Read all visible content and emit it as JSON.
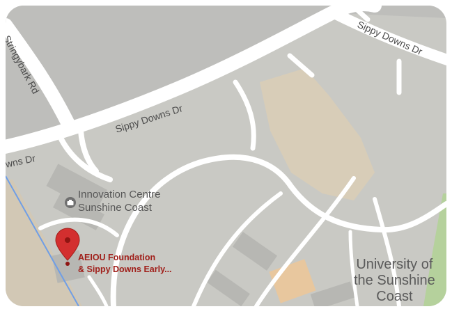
{
  "map": {
    "roads": {
      "stringybark": "Stringybark Rd",
      "sippy_main": "Sippy Downs Dr",
      "sippy_west": "wns Dr",
      "sippy_ne": "Sippy Downs Dr"
    },
    "pois": {
      "innovation": {
        "line1": "Innovation Centre",
        "line2": "Sunshine Coast",
        "icon": "briefcase-icon"
      },
      "aeiou": {
        "line1": "AEIOU Foundation",
        "line2": "& Sippy Downs Early...",
        "icon": "map-pin-icon"
      }
    },
    "campus": {
      "line1": "University of",
      "line2": "the Sunshine",
      "line3": "Coast"
    },
    "colors": {
      "land": "#c9c9c4",
      "upper_land": "#bebebb",
      "road": "#ffffff",
      "sand": "#d8cdb8",
      "building": "#b7b7b3",
      "highlight_building": "#e8c79e",
      "park": "#b5d19c",
      "waterway": "#6f9ee6",
      "pin": "#d32f2f",
      "pin_label": "#a01f1a"
    }
  }
}
